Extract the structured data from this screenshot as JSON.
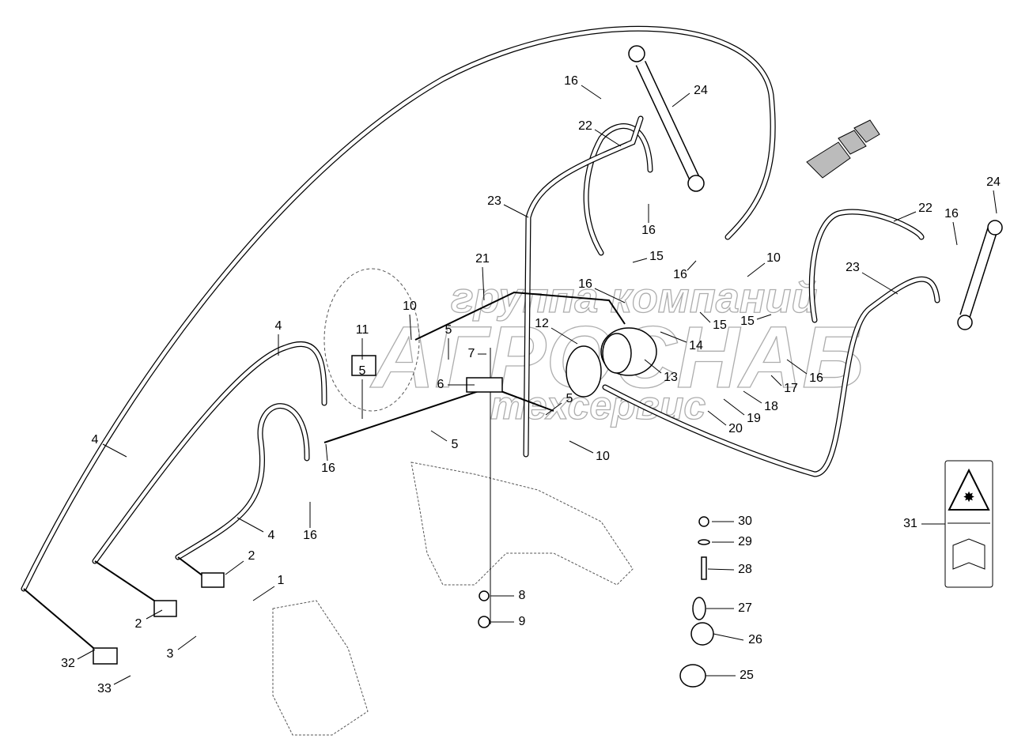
{
  "diagram": {
    "watermark": {
      "line1": "группа компаний",
      "line2": "АГРОСНАБ",
      "line3": "техсервис"
    },
    "direction_arrow_icon": "travel-direction-arrow",
    "callouts": [
      "16",
      "24",
      "22",
      "23",
      "16",
      "15",
      "16",
      "10",
      "22",
      "16",
      "24",
      "23",
      "21",
      "16",
      "15",
      "15",
      "10",
      "4",
      "11",
      "5",
      "12",
      "14",
      "7",
      "13",
      "6",
      "16",
      "17",
      "5",
      "5",
      "18",
      "19",
      "20",
      "16",
      "5",
      "10",
      "4",
      "31",
      "30",
      "16",
      "4",
      "29",
      "2",
      "28",
      "1",
      "8",
      "27",
      "2",
      "9",
      "26",
      "3",
      "32",
      "25",
      "33"
    ],
    "decal_icons": [
      "explosion-warning-icon",
      "read-manual-icon"
    ]
  }
}
